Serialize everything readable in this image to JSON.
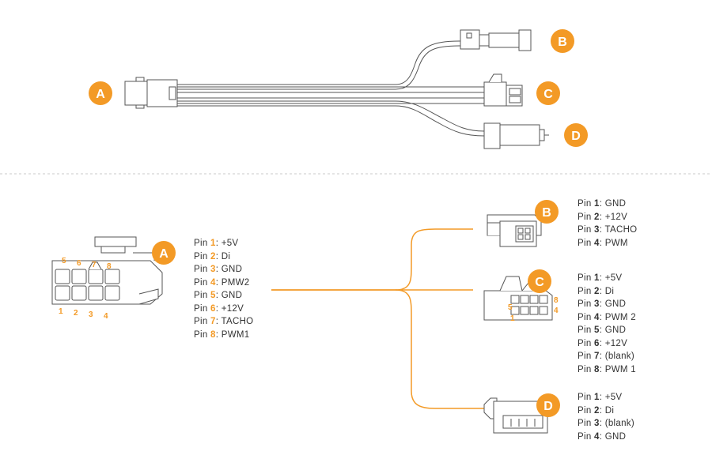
{
  "colors": {
    "accent": "#f39a26",
    "line": "#555555",
    "text": "#333333",
    "divider": "#cccccc"
  },
  "badges": {
    "a": "A",
    "b": "B",
    "c": "C",
    "d": "D"
  },
  "connector_a": {
    "pin_numbers_top": [
      "5",
      "6",
      "7",
      "8"
    ],
    "pin_numbers_bottom": [
      "1",
      "2",
      "3",
      "4"
    ],
    "pins": [
      {
        "label": "Pin ",
        "num": "1",
        "sig": ": +5V"
      },
      {
        "label": "Pin ",
        "num": "2",
        "sig": ": Di"
      },
      {
        "label": "Pin ",
        "num": "3",
        "sig": ": GND"
      },
      {
        "label": "Pin ",
        "num": "4",
        "sig": ": PMW2"
      },
      {
        "label": "Pin ",
        "num": "5",
        "sig": ": GND"
      },
      {
        "label": "Pin ",
        "num": "6",
        "sig": ": +12V"
      },
      {
        "label": "Pin ",
        "num": "7",
        "sig": ": TACHO"
      },
      {
        "label": "Pin ",
        "num": "8",
        "sig": ": PWM1"
      }
    ]
  },
  "connector_b": {
    "pins": [
      {
        "label": "Pin ",
        "num": "1",
        "sig": ": GND"
      },
      {
        "label": "Pin ",
        "num": "2",
        "sig": ": +12V"
      },
      {
        "label": "Pin ",
        "num": "3",
        "sig": ": TACHO"
      },
      {
        "label": "Pin ",
        "num": "4",
        "sig": ": PWM"
      }
    ]
  },
  "connector_c": {
    "pin_numbers": {
      "left_top": "5",
      "left_bottom": "1",
      "right_top": "8",
      "right_bottom": "4"
    },
    "pins": [
      {
        "label": "Pin ",
        "num": "1",
        "sig": ": +5V"
      },
      {
        "label": "Pin ",
        "num": "2",
        "sig": ":  Di"
      },
      {
        "label": "Pin ",
        "num": "3",
        "sig": ": GND"
      },
      {
        "label": "Pin ",
        "num": "4",
        "sig": ": PWM 2"
      },
      {
        "label": "Pin ",
        "num": "5",
        "sig": ": GND"
      },
      {
        "label": "Pin ",
        "num": "6",
        "sig": ": +12V"
      },
      {
        "label": "Pin ",
        "num": "7",
        "sig": ": (blank)"
      },
      {
        "label": "Pin ",
        "num": "8",
        "sig": ": PWM 1"
      }
    ]
  },
  "connector_d": {
    "pins": [
      {
        "label": "Pin ",
        "num": "1",
        "sig": ": +5V"
      },
      {
        "label": "Pin ",
        "num": "2",
        "sig": ":  Di"
      },
      {
        "label": "Pin ",
        "num": "3",
        "sig": ": (blank)"
      },
      {
        "label": "Pin ",
        "num": "4",
        "sig": ": GND"
      }
    ]
  }
}
